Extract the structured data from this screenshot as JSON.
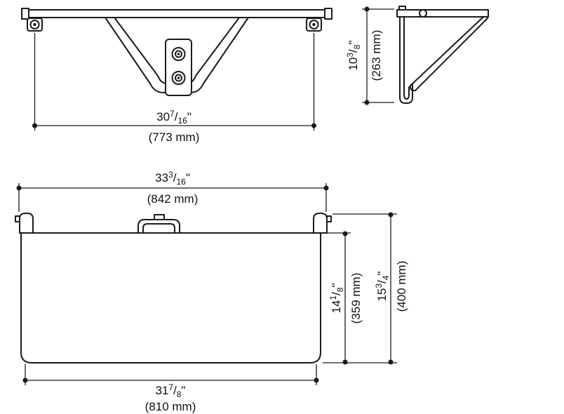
{
  "page": {
    "background": "#ffffff",
    "line_color": "#1a1a1a",
    "description": "Technical dimension drawing of a wall-mounted folding shower seat: top view, side view and front view with dimension callouts"
  },
  "dims": {
    "top_width": {
      "whole": "30",
      "num": "7",
      "slash": "/",
      "den": "16",
      "unit": "\"",
      "mm": "(773 mm)"
    },
    "side_height": {
      "whole": "10",
      "num": "3",
      "slash": "/",
      "den": "8",
      "unit": "\"",
      "mm": "(263 mm)"
    },
    "overall_width": {
      "whole": "33",
      "num": "3",
      "slash": "/",
      "den": "16",
      "unit": "\"",
      "mm": "(842 mm)"
    },
    "seat_height": {
      "whole": "14",
      "num": "1",
      "slash": "/",
      "den": "8",
      "unit": "\"",
      "mm": "(359 mm)"
    },
    "overall_height": {
      "whole": "15",
      "num": "3",
      "slash": "/",
      "den": "4",
      "unit": "\"",
      "mm": "(400 mm)"
    },
    "seat_width": {
      "whole": "31",
      "num": "7",
      "slash": "/",
      "den": "8",
      "unit": "\"",
      "mm": "(810 mm)"
    }
  }
}
